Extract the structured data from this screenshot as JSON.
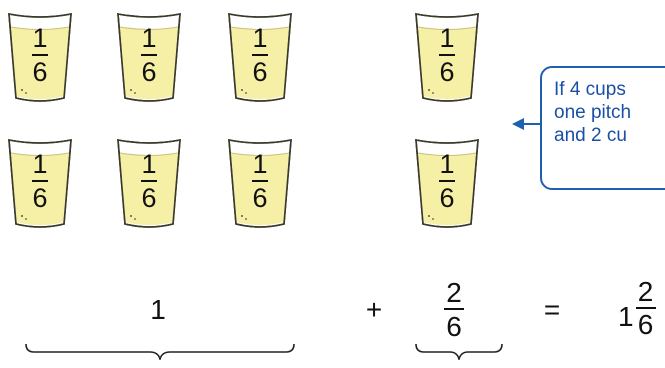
{
  "cups": [
    {
      "numerator": "1",
      "denominator": "6"
    },
    {
      "numerator": "1",
      "denominator": "6"
    },
    {
      "numerator": "1",
      "denominator": "6"
    },
    {
      "numerator": "1",
      "denominator": "6"
    },
    {
      "numerator": "1",
      "denominator": "6"
    },
    {
      "numerator": "1",
      "denominator": "6"
    },
    {
      "numerator": "1",
      "denominator": "6"
    },
    {
      "numerator": "1",
      "denominator": "6"
    }
  ],
  "equation": {
    "whole": "1",
    "plus": "+",
    "fraction": {
      "numerator": "2",
      "denominator": "6"
    },
    "equals": "=",
    "result": {
      "whole": "1",
      "numerator": "2",
      "denominator": "6"
    }
  },
  "callout": {
    "lines": [
      "If 4 cups",
      "one pitch",
      "and 2 cu"
    ]
  },
  "colors": {
    "lemonade": "#f6efa6",
    "cup_outline": "#3a3a2a",
    "callout_blue": "#1f5fb0"
  }
}
